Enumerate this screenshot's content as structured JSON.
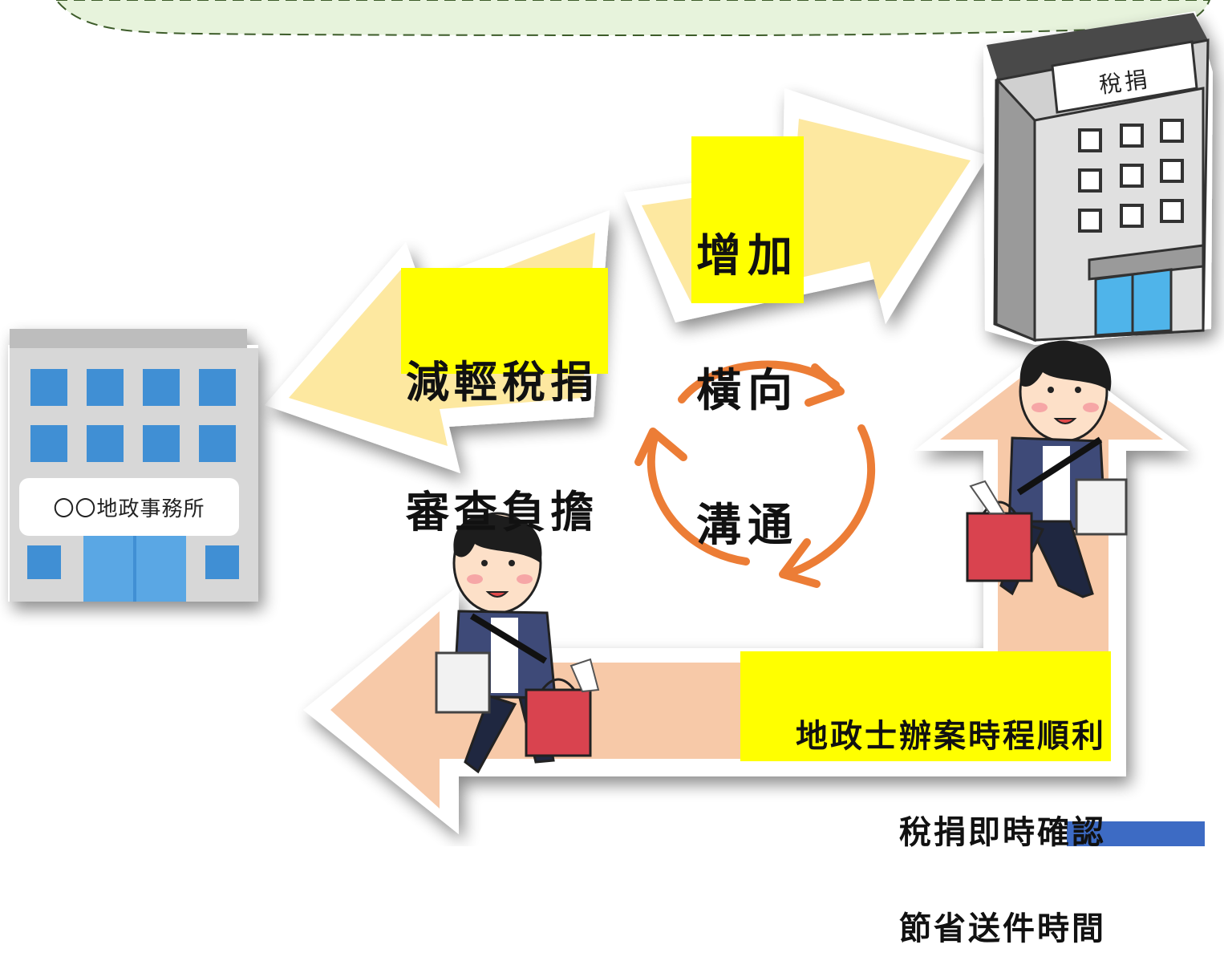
{
  "labels": {
    "left": [
      "減輕稅捐",
      "審查負擔"
    ],
    "top": [
      "增加",
      "橫向",
      "溝通"
    ],
    "bottom": [
      "地政士辦案時程順利",
      "稅捐即時確認",
      "節省送件時間"
    ]
  },
  "buildings": {
    "land_office_sign": "〇〇地政事務所",
    "tax_bureau_sign": "稅捐"
  },
  "icons": [
    "land-office-building-icon",
    "tax-bureau-building-icon",
    "cycle-arrows-icon",
    "courier-person-icon"
  ],
  "colors": {
    "banner_fill": "#e7f3dc",
    "banner_border": "#3d5c2a",
    "yellow_arrow": "#fde8a0",
    "peach_arrow": "#f7c9a8",
    "cycle_arrow": "#ec7d36",
    "highlight": "#ffff00",
    "building_blue": "#3f8fd4",
    "corner_block": "#3d6bc4"
  }
}
